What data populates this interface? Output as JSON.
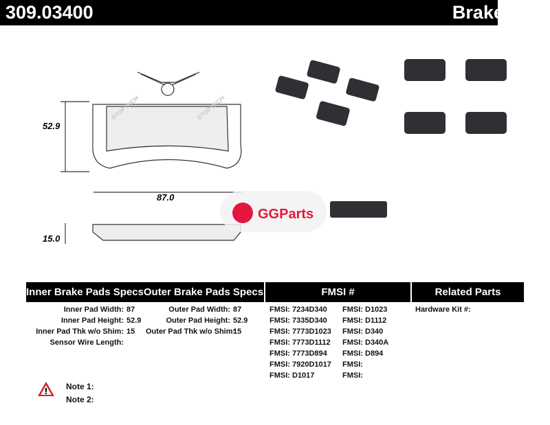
{
  "header": {
    "part_number": "309.03400",
    "product": "Brake Pad"
  },
  "drawing": {
    "height_label": "52.9",
    "width_label": "87.0",
    "thickness_label": "15.0",
    "brand_text": "STOPTECH"
  },
  "watermark": {
    "text": "GGParts"
  },
  "tables": {
    "inner": {
      "title": "Inner Brake Pads Specs",
      "rows": [
        {
          "label": "Inner Pad Width:",
          "value": "87"
        },
        {
          "label": "Inner Pad Height:",
          "value": "52.9"
        },
        {
          "label": "Inner Pad Thk w/o Shim:",
          "value": "15"
        },
        {
          "label": "Sensor Wire Length:",
          "value": ""
        }
      ]
    },
    "outer": {
      "title": "Outer Brake Pads Specs",
      "rows": [
        {
          "label": "Outer Pad Width:",
          "value": "87"
        },
        {
          "label": "Outer Pad Height:",
          "value": "52.9"
        },
        {
          "label": "Outer Pad Thk w/o Shim:",
          "value": "15"
        }
      ]
    },
    "fmsi": {
      "title": "FMSI #",
      "col1": [
        "FMSI:  7234D340",
        "FMSI:  7335D340",
        "FMSI:  7773D1023",
        "FMSI:  7773D1112",
        "FMSI:  7773D894",
        "FMSI:  7920D1017",
        "FMSI:  D1017"
      ],
      "col2": [
        "FMSI:  D1023",
        "FMSI:  D1112",
        "FMSI:  D340",
        "FMSI:  D340A",
        "FMSI:  D894",
        "FMSI:",
        "FMSI:"
      ]
    },
    "related": {
      "title": "Related Parts",
      "hardware_label": "Hardware Kit #:"
    }
  },
  "notes": [
    {
      "label": "Note 1:"
    },
    {
      "label": "Note 2:"
    }
  ]
}
